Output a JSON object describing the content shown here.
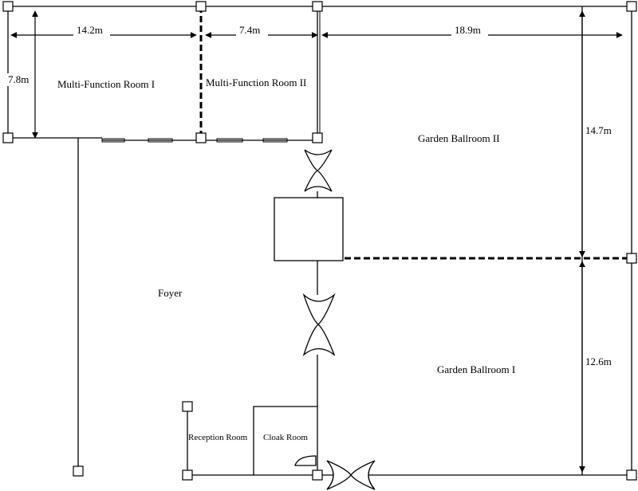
{
  "rooms": {
    "multi_function_1": "Multi-Function Room I",
    "multi_function_2": "Multi-Function Room II",
    "garden_ballroom_2": "Garden Ballroom II",
    "garden_ballroom_1": "Garden Ballroom I",
    "foyer": "Foyer",
    "reception_room": "Reception Room",
    "cloak_room": "Cloak Room"
  },
  "dimensions": {
    "mfr1_width": "14.2m",
    "mfr2_width": "7.4m",
    "gb_width": "18.9m",
    "mfr_depth": "7.8m",
    "gb2_depth": "14.7m",
    "gb1_depth": "12.6m"
  }
}
